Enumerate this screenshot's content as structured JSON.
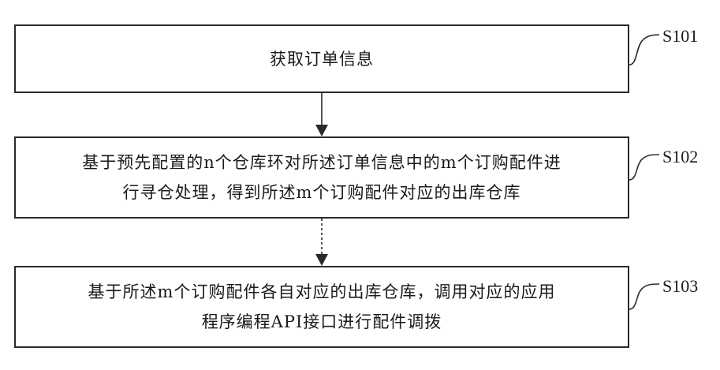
{
  "steps": [
    {
      "id": "S101",
      "text": "获取订单信息"
    },
    {
      "id": "S102",
      "text": "基于预先配置的n个仓库环对所述订单信息中的m个订购配件进\n行寻仓处理，得到所述m个订购配件对应的出库仓库"
    },
    {
      "id": "S103",
      "text": "基于所述m个订购配件各自对应的出库仓库，调用对应的应用\n程序编程API接口进行配件调拨"
    }
  ]
}
